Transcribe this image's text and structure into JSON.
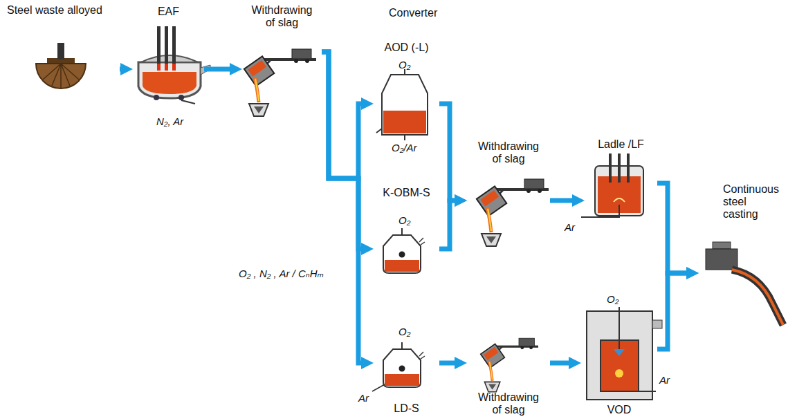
{
  "diagram": {
    "nodes": [
      {
        "text": [
          "Steel waste alloyed"
        ]
      },
      {
        "text": [
          "EAF"
        ]
      },
      {
        "text": [
          "Withdrawing of slag"
        ]
      },
      {
        "text": [
          "AOD (-L)"
        ]
      },
      {
        "text": [
          "K-OBM-S"
        ]
      },
      {
        "text": [
          "LD-S"
        ]
      },
      {
        "text": [
          "Withdrawing of slag"
        ]
      },
      {
        "text": [
          "Withdrawing of slag"
        ]
      },
      {
        "text": [
          "Ladle /LF"
        ]
      },
      {
        "text": [
          "VOD"
        ]
      },
      {
        "text": [
          "Continuous steel casting"
        ]
      }
    ],
    "edges": [
      {
        "from": 0,
        "to": 1,
        "arrow": "to"
      },
      {
        "from": 1,
        "to": 2,
        "arrow": "to"
      },
      {
        "from": 2,
        "to": 3,
        "arrow": "to"
      },
      {
        "from": 2,
        "to": 4,
        "arrow": "to"
      },
      {
        "from": 2,
        "to": 5,
        "arrow": "to"
      },
      {
        "from": 3,
        "to": 6,
        "arrow": "to"
      },
      {
        "from": 4,
        "to": 6,
        "arrow": "to"
      },
      {
        "from": 6,
        "to": 8,
        "arrow": "to"
      },
      {
        "from": 5,
        "to": 7,
        "arrow": "to"
      },
      {
        "from": 7,
        "to": 9,
        "arrow": "to"
      },
      {
        "from": 8,
        "to": 10,
        "arrow": "to"
      },
      {
        "from": 9,
        "to": 10,
        "arrow": "to"
      }
    ],
    "labels": [
      "Converter",
      "N₂, Ar",
      "O₂",
      "O₂/Ar",
      "O₂",
      "O₂ , N₂ , Ar / CₙHₘ",
      "O₂",
      "Ar",
      "Ar",
      "O₂",
      "Ar"
    ]
  }
}
